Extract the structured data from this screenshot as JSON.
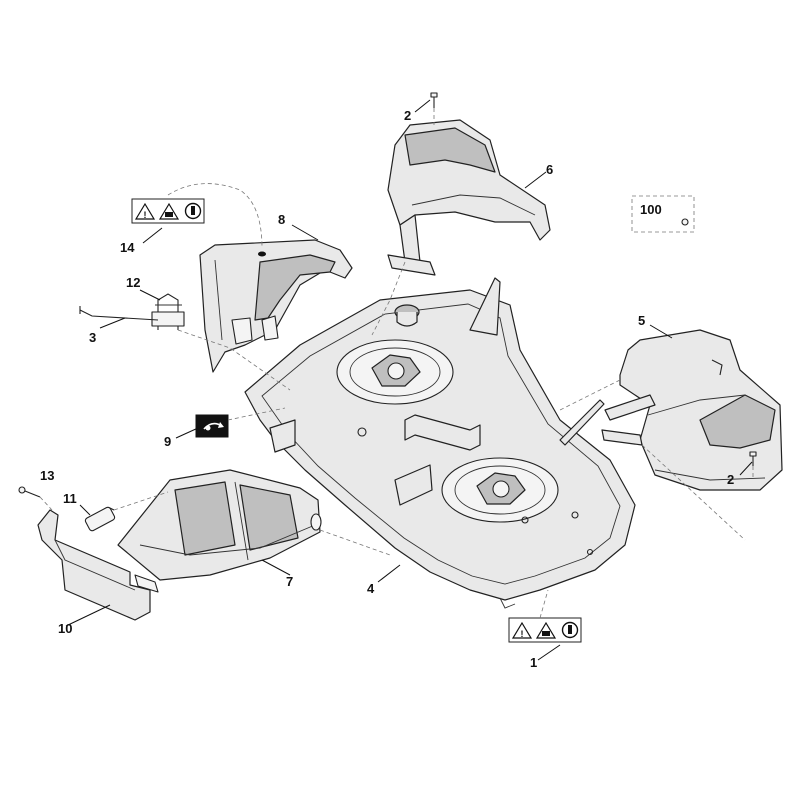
{
  "diagram": {
    "callouts": {
      "c1": "1",
      "c2a": "2",
      "c2b": "2",
      "c3": "3",
      "c4": "4",
      "c5": "5",
      "c6": "6",
      "c7": "7",
      "c8": "8",
      "c9": "9",
      "c10": "10",
      "c11": "11",
      "c12": "12",
      "c13": "13",
      "c14": "14",
      "c100": "100"
    },
    "icons": {
      "warning_label": "warning-triangle-icon",
      "read_manual": "read-manual-icon",
      "no_hands": "keep-hands-away-icon",
      "sticker_9": "blade-rotation-decal-icon"
    },
    "colors": {
      "line": "#222222",
      "fill": "#e9e9e9",
      "shade": "#bfbfbf"
    }
  }
}
